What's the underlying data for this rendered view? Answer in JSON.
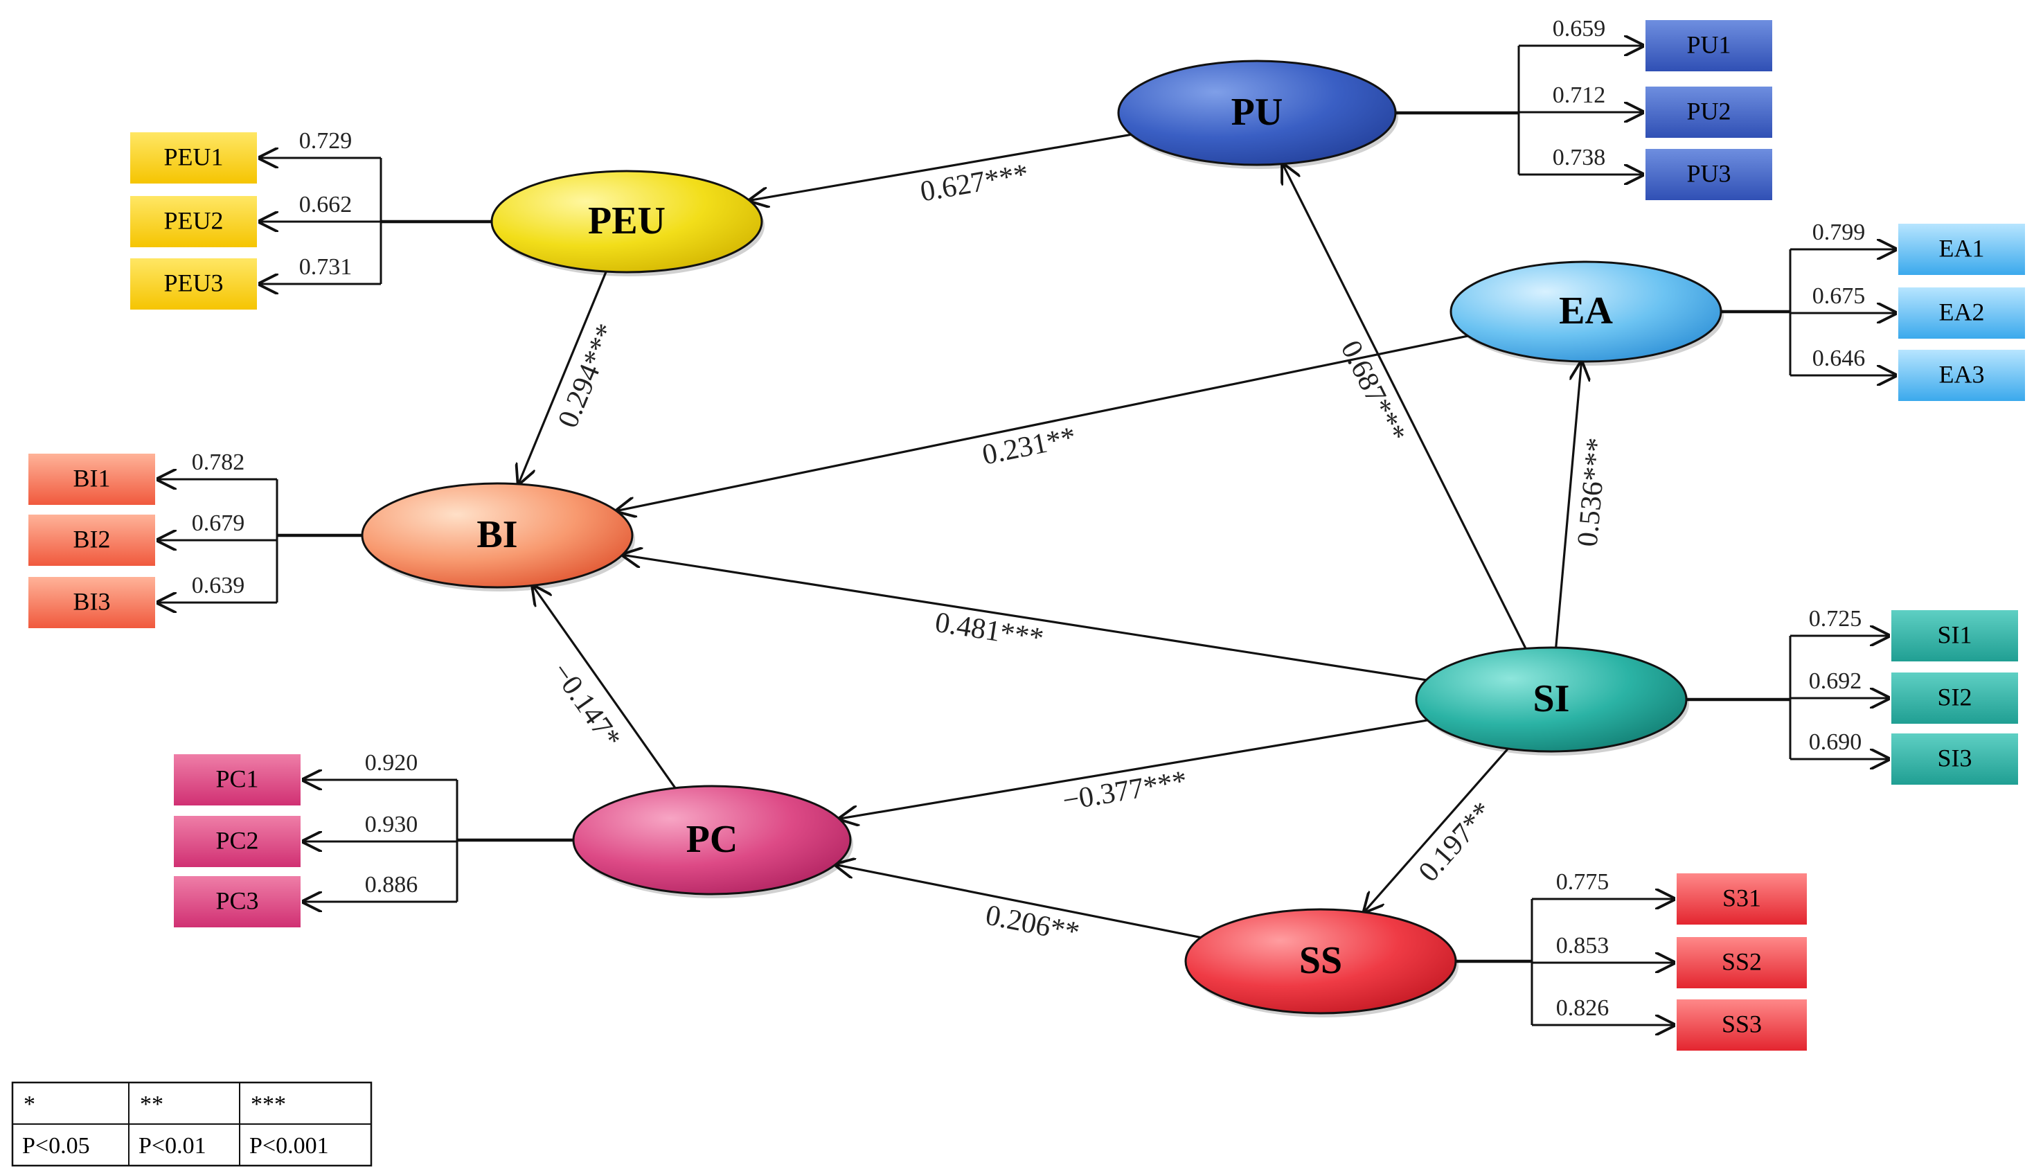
{
  "constructs": [
    {
      "id": "PU",
      "label": "PU",
      "colors": [
        "#7f9fe8",
        "#3a5fc4",
        "#23409a"
      ]
    },
    {
      "id": "PEU",
      "label": "PEU",
      "colors": [
        "#fff7a0",
        "#f2de1a",
        "#d2b400"
      ]
    },
    {
      "id": "EA",
      "label": "EA",
      "colors": [
        "#d8f1ff",
        "#6cc3f2",
        "#2d8fd6"
      ]
    },
    {
      "id": "BI",
      "label": "BI",
      "colors": [
        "#ffe0c8",
        "#f89a70",
        "#e0532f"
      ]
    },
    {
      "id": "SI",
      "label": "SI",
      "colors": [
        "#8ee6dc",
        "#2bb3a5",
        "#127d72"
      ]
    },
    {
      "id": "PC",
      "label": "PC",
      "colors": [
        "#f7a5c4",
        "#dd4a86",
        "#b02260"
      ]
    },
    {
      "id": "SS",
      "label": "SS",
      "colors": [
        "#ff9da0",
        "#ef3b45",
        "#c31823"
      ]
    }
  ],
  "indicators": {
    "PU": {
      "items": [
        "PU1",
        "PU2",
        "PU3"
      ],
      "loadings": [
        "0.659",
        "0.712",
        "0.738"
      ],
      "colors": [
        "#6f8fe0",
        "#2f4fb4"
      ]
    },
    "PEU": {
      "items": [
        "PEU1",
        "PEU2",
        "PEU3"
      ],
      "loadings": [
        "0.729",
        "0.662",
        "0.731"
      ],
      "colors": [
        "#ffe766",
        "#f5c400"
      ]
    },
    "EA": {
      "items": [
        "EA1",
        "EA2",
        "EA3"
      ],
      "loadings": [
        "0.799",
        "0.675",
        "0.646"
      ],
      "colors": [
        "#b9e6ff",
        "#39a8ec"
      ]
    },
    "BI": {
      "items": [
        "BI1",
        "BI2",
        "BI3"
      ],
      "loadings": [
        "0.782",
        "0.679",
        "0.639"
      ],
      "colors": [
        "#ffb49a",
        "#f0583c"
      ]
    },
    "SI": {
      "items": [
        "SI1",
        "SI2",
        "SI3"
      ],
      "loadings": [
        "0.725",
        "0.692",
        "0.690"
      ],
      "colors": [
        "#5fd0c4",
        "#1f9e92"
      ]
    },
    "PC": {
      "items": [
        "PC1",
        "PC2",
        "PC3"
      ],
      "loadings": [
        "0.920",
        "0.930",
        "0.886"
      ],
      "colors": [
        "#ef7fa8",
        "#d02f72"
      ]
    },
    "SS": {
      "items": [
        "S31",
        "SS2",
        "SS3"
      ],
      "loadings": [
        "0.775",
        "0.853",
        "0.826"
      ],
      "colors": [
        "#ff8a8a",
        "#e3242e"
      ]
    }
  },
  "paths": [
    {
      "from": "PU",
      "to": "PEU",
      "label": "0.627***"
    },
    {
      "from": "PEU",
      "to": "BI",
      "label": "0.294***"
    },
    {
      "from": "EA",
      "to": "BI",
      "label": "0.231**"
    },
    {
      "from": "SI",
      "to": "PU",
      "label": "0.687***"
    },
    {
      "from": "SI",
      "to": "EA",
      "label": "0.536***"
    },
    {
      "from": "SI",
      "to": "BI",
      "label": "0.481***"
    },
    {
      "from": "PC",
      "to": "BI",
      "label": "−0.147*"
    },
    {
      "from": "SI",
      "to": "PC",
      "label": "−0.377***"
    },
    {
      "from": "SI",
      "to": "SS",
      "label": "0.197**"
    },
    {
      "from": "SS",
      "to": "PC",
      "label": "0.206**"
    }
  ],
  "legend": {
    "symbols": [
      "*",
      "**",
      "***"
    ],
    "meanings": [
      "P<0.05",
      "P<0.01",
      "P<0.001"
    ]
  }
}
